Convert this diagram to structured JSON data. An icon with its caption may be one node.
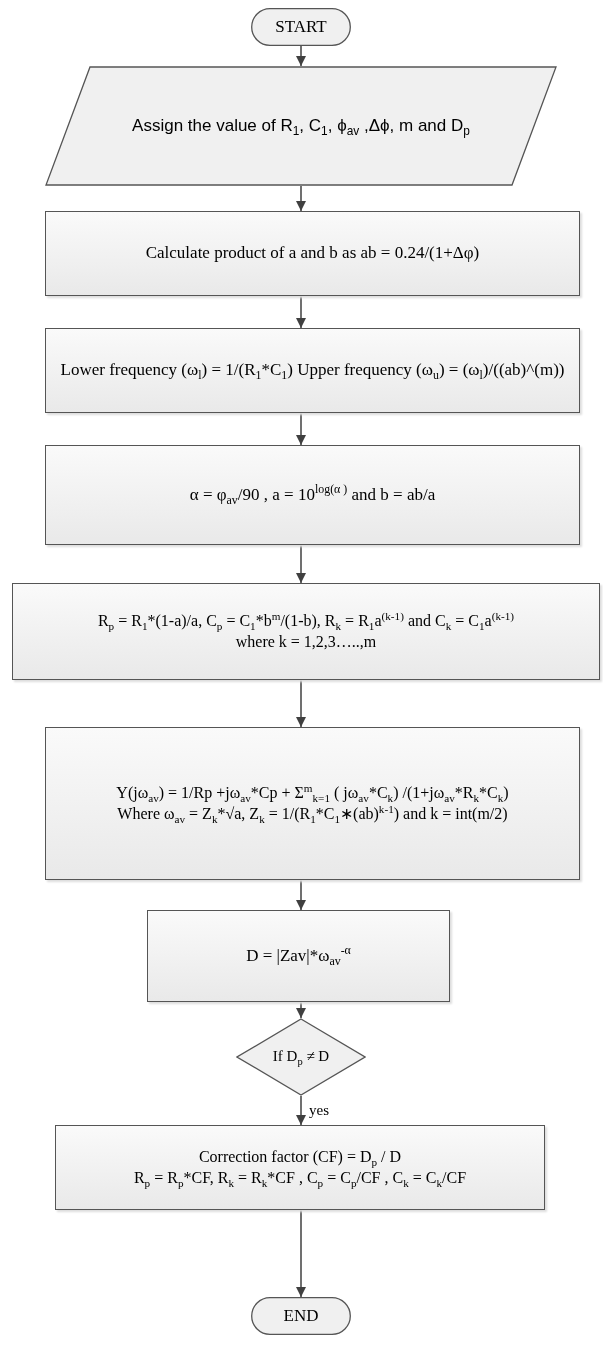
{
  "diagram": {
    "nodes": [
      {
        "text": [
          "START"
        ]
      },
      {
        "text": [
          "Assign the value of R$_{1}$, C$_{1}$, ϕ$_{av}$ ,Δϕ, m and D$_{p}$"
        ]
      },
      {
        "text": [
          "Calculate product of a and b as ab =  0.24/(1+Δφ)"
        ]
      },
      {
        "text": [
          "Lower frequency (ω$_{l}$) = 1/(R$_{1}$*C$_{1}$) Upper frequency (ω$_{u}$) = (ω$_{l}$)/((ab)^(m))"
        ]
      },
      {
        "text": [
          "α =  φ$_{av}$/90 , a = 10$^{log(α )}$ and b = ab/a"
        ]
      },
      {
        "text": [
          "R$_{p}$ = R$_{1}$*(1-a)/a,  C$_{p}$ = C$_{1}$*b$^{m}$/(1-b), R$_{k}$ = R$_{1}$a$^{(k-1)}$ and   C$_{k}$ = C$_{1}$a$^{(k-1)}$",
          "where k = 1,2,3…..,m"
        ]
      },
      {
        "text": [
          "Y(jω$_{av}$) = 1/Rp +jω$_{av}$*Cp + Σ$^{m}$$_{k=1}$ ( jω$_{av}$*C$_{k}$) /(1+jω$_{av}$*R$_{k}$*C$_{k}$)",
          "Where ω$_{av}$ = Z$_{k}$*√a, Z$_{k}$ = 1/(R$_{1}$*C$_{1}$∗(ab)$^{k-1}$) and k = int(m/2)"
        ]
      },
      {
        "text": [
          "D = |Zav|*ω$_{av}$$^{-α}$"
        ]
      },
      {
        "text": [
          "If D$_{p}$ ≠ D"
        ]
      },
      {
        "text": [
          "Correction factor (CF) = D$_{p}$ / D",
          "R$_{p}$ = R$_{p}$*CF, R$_{k}$ = R$_{k}$*CF , C$_{p}$ = C$_{p}$/CF , C$_{k}$ = C$_{k}$/CF"
        ]
      },
      {
        "text": [
          "END"
        ]
      }
    ],
    "edges": [
      {
        "from": 0,
        "to": 1,
        "arrow": "to"
      },
      {
        "from": 1,
        "to": 2,
        "arrow": "to"
      },
      {
        "from": 2,
        "to": 3,
        "arrow": "to"
      },
      {
        "from": 3,
        "to": 4,
        "arrow": "to"
      },
      {
        "from": 4,
        "to": 5,
        "arrow": "to"
      },
      {
        "from": 5,
        "to": 6,
        "arrow": "to"
      },
      {
        "from": 6,
        "to": 7,
        "arrow": "to"
      },
      {
        "from": 7,
        "to": 8,
        "arrow": "to"
      },
      {
        "from": 8,
        "to": 9,
        "arrow": "to",
        "label": "yes"
      },
      {
        "from": 9,
        "to": 10,
        "arrow": "to"
      }
    ]
  }
}
